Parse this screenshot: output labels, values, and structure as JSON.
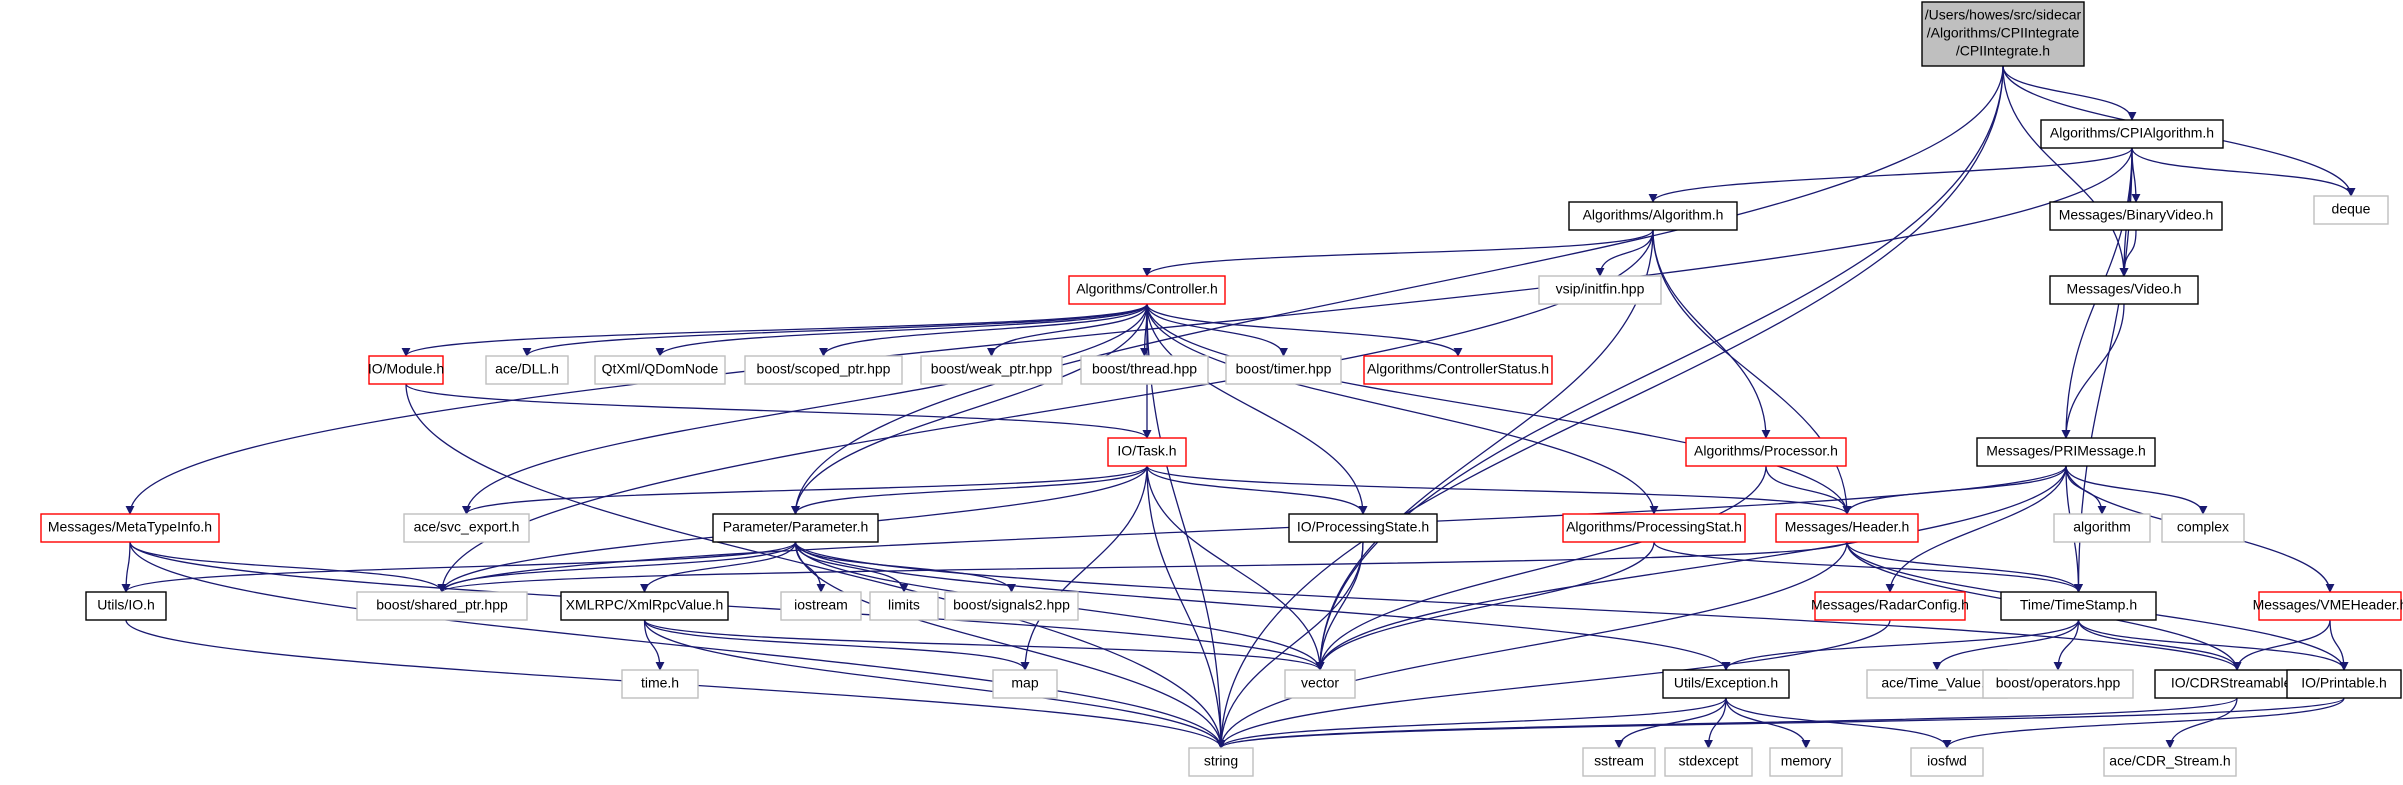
{
  "colors": {
    "edge": "#191970",
    "root_fill": "#bfbfbf",
    "red_border": "#ff0000",
    "ext_border": "#bfbfbf",
    "local_border": "#000000"
  },
  "nodes": [
    {
      "id": "root",
      "kind": "root",
      "lines": [
        "/Users/howes/src/sidecar",
        "/Algorithms/CPIIntegrate",
        "/CPIIntegrate.h"
      ]
    },
    {
      "id": "cpialg",
      "kind": "local",
      "lines": [
        "Algorithms/CPIAlgorithm.h"
      ]
    },
    {
      "id": "deque",
      "kind": "ext",
      "lines": [
        "deque"
      ]
    },
    {
      "id": "alg",
      "kind": "local",
      "lines": [
        "Algorithms/Algorithm.h"
      ]
    },
    {
      "id": "binvid",
      "kind": "local",
      "lines": [
        "Messages/BinaryVideo.h"
      ]
    },
    {
      "id": "video",
      "kind": "local",
      "lines": [
        "Messages/Video.h"
      ]
    },
    {
      "id": "vsip",
      "kind": "ext",
      "lines": [
        "vsip/initfin.hpp"
      ]
    },
    {
      "id": "ctrl",
      "kind": "red",
      "lines": [
        "Algorithms/Controller.h"
      ]
    },
    {
      "id": "iomod",
      "kind": "red",
      "lines": [
        "IO/Module.h"
      ]
    },
    {
      "id": "acedll",
      "kind": "ext",
      "lines": [
        "ace/DLL.h"
      ]
    },
    {
      "id": "qtxml",
      "kind": "ext",
      "lines": [
        "QtXml/QDomNode"
      ]
    },
    {
      "id": "scoped",
      "kind": "ext",
      "lines": [
        "boost/scoped_ptr.hpp"
      ]
    },
    {
      "id": "weak",
      "kind": "ext",
      "lines": [
        "boost/weak_ptr.hpp"
      ]
    },
    {
      "id": "thread",
      "kind": "ext",
      "lines": [
        "boost/thread.hpp"
      ]
    },
    {
      "id": "timer",
      "kind": "ext",
      "lines": [
        "boost/timer.hpp"
      ]
    },
    {
      "id": "ctrlstat",
      "kind": "red",
      "lines": [
        "Algorithms/ControllerStatus.h"
      ]
    },
    {
      "id": "task",
      "kind": "red",
      "lines": [
        "IO/Task.h"
      ]
    },
    {
      "id": "proc",
      "kind": "red",
      "lines": [
        "Algorithms/Processor.h"
      ]
    },
    {
      "id": "prim",
      "kind": "local",
      "lines": [
        "Messages/PRIMessage.h"
      ]
    },
    {
      "id": "meta",
      "kind": "red",
      "lines": [
        "Messages/MetaTypeInfo.h"
      ]
    },
    {
      "id": "svc",
      "kind": "ext",
      "lines": [
        "ace/svc_export.h"
      ]
    },
    {
      "id": "param",
      "kind": "local",
      "lines": [
        "Parameter/Parameter.h"
      ]
    },
    {
      "id": "pstate",
      "kind": "local",
      "lines": [
        "IO/ProcessingState.h"
      ]
    },
    {
      "id": "pstat",
      "kind": "red",
      "lines": [
        "Algorithms/ProcessingStat.h"
      ]
    },
    {
      "id": "header",
      "kind": "red",
      "lines": [
        "Messages/Header.h"
      ]
    },
    {
      "id": "algorithm",
      "kind": "ext",
      "lines": [
        "algorithm"
      ]
    },
    {
      "id": "complex",
      "kind": "ext",
      "lines": [
        "complex"
      ]
    },
    {
      "id": "utilsio",
      "kind": "local",
      "lines": [
        "Utils/IO.h"
      ]
    },
    {
      "id": "shared",
      "kind": "ext",
      "lines": [
        "boost/shared_ptr.hpp"
      ]
    },
    {
      "id": "xmlrpc",
      "kind": "local",
      "lines": [
        "XMLRPC/XmlRpcValue.h"
      ]
    },
    {
      "id": "iostream",
      "kind": "ext",
      "lines": [
        "iostream"
      ]
    },
    {
      "id": "limits",
      "kind": "ext",
      "lines": [
        "limits"
      ]
    },
    {
      "id": "signals2",
      "kind": "ext",
      "lines": [
        "boost/signals2.hpp"
      ]
    },
    {
      "id": "radar",
      "kind": "red",
      "lines": [
        "Messages/RadarConfig.h"
      ]
    },
    {
      "id": "tstamp",
      "kind": "local",
      "lines": [
        "Time/TimeStamp.h"
      ]
    },
    {
      "id": "vme",
      "kind": "red",
      "lines": [
        "Messages/VMEHeader.h"
      ]
    },
    {
      "id": "timeh",
      "kind": "ext",
      "lines": [
        "time.h"
      ]
    },
    {
      "id": "map",
      "kind": "ext",
      "lines": [
        "map"
      ]
    },
    {
      "id": "vector",
      "kind": "ext",
      "lines": [
        "vector"
      ]
    },
    {
      "id": "exc",
      "kind": "local",
      "lines": [
        "Utils/Exception.h"
      ]
    },
    {
      "id": "acetv",
      "kind": "ext",
      "lines": [
        "ace/Time_Value.h"
      ]
    },
    {
      "id": "bops",
      "kind": "ext",
      "lines": [
        "boost/operators.hpp"
      ]
    },
    {
      "id": "cdr",
      "kind": "local",
      "lines": [
        "IO/CDRStreamable.h"
      ]
    },
    {
      "id": "printable",
      "kind": "local",
      "lines": [
        "IO/Printable.h"
      ]
    },
    {
      "id": "string",
      "kind": "ext",
      "lines": [
        "string"
      ]
    },
    {
      "id": "sstream",
      "kind": "ext",
      "lines": [
        "sstream"
      ]
    },
    {
      "id": "stdexcept",
      "kind": "ext",
      "lines": [
        "stdexcept"
      ]
    },
    {
      "id": "memory",
      "kind": "ext",
      "lines": [
        "memory"
      ]
    },
    {
      "id": "iosfwd",
      "kind": "ext",
      "lines": [
        "iosfwd"
      ]
    },
    {
      "id": "acecdr",
      "kind": "ext",
      "lines": [
        "ace/CDR_Stream.h"
      ]
    }
  ],
  "edges": [
    [
      "root",
      "cpialg"
    ],
    [
      "root",
      "deque"
    ],
    [
      "root",
      "video"
    ],
    [
      "root",
      "param"
    ],
    [
      "root",
      "string"
    ],
    [
      "root",
      "vector"
    ],
    [
      "cpialg",
      "alg"
    ],
    [
      "cpialg",
      "binvid"
    ],
    [
      "cpialg",
      "video"
    ],
    [
      "cpialg",
      "deque"
    ],
    [
      "cpialg",
      "prim"
    ],
    [
      "cpialg",
      "meta"
    ],
    [
      "cpialg",
      "tstamp"
    ],
    [
      "alg",
      "ctrl"
    ],
    [
      "alg",
      "vsip"
    ],
    [
      "alg",
      "proc"
    ],
    [
      "alg",
      "header"
    ],
    [
      "alg",
      "vector"
    ],
    [
      "alg",
      "shared"
    ],
    [
      "binvid",
      "video"
    ],
    [
      "video",
      "prim"
    ],
    [
      "ctrl",
      "iomod"
    ],
    [
      "ctrl",
      "acedll"
    ],
    [
      "ctrl",
      "qtxml"
    ],
    [
      "ctrl",
      "scoped"
    ],
    [
      "ctrl",
      "weak"
    ],
    [
      "ctrl",
      "thread"
    ],
    [
      "ctrl",
      "timer"
    ],
    [
      "ctrl",
      "ctrlstat"
    ],
    [
      "ctrl",
      "task"
    ],
    [
      "ctrl",
      "pstate"
    ],
    [
      "ctrl",
      "pstat"
    ],
    [
      "ctrl",
      "header"
    ],
    [
      "ctrl",
      "param"
    ],
    [
      "ctrl",
      "svc"
    ],
    [
      "ctrl",
      "string"
    ],
    [
      "iomod",
      "task"
    ],
    [
      "iomod",
      "string"
    ],
    [
      "task",
      "svc"
    ],
    [
      "task",
      "param"
    ],
    [
      "task",
      "pstate"
    ],
    [
      "task",
      "header"
    ],
    [
      "task",
      "shared"
    ],
    [
      "task",
      "map"
    ],
    [
      "task",
      "vector"
    ],
    [
      "task",
      "string"
    ],
    [
      "proc",
      "header"
    ],
    [
      "proc",
      "vector"
    ],
    [
      "prim",
      "header"
    ],
    [
      "prim",
      "algorithm"
    ],
    [
      "prim",
      "complex"
    ],
    [
      "prim",
      "radar"
    ],
    [
      "prim",
      "tstamp"
    ],
    [
      "prim",
      "vme"
    ],
    [
      "prim",
      "vector"
    ],
    [
      "prim",
      "shared"
    ],
    [
      "meta",
      "utilsio"
    ],
    [
      "meta",
      "shared"
    ],
    [
      "meta",
      "string"
    ],
    [
      "meta",
      "vector"
    ],
    [
      "param",
      "utilsio"
    ],
    [
      "param",
      "shared"
    ],
    [
      "param",
      "xmlrpc"
    ],
    [
      "param",
      "iostream"
    ],
    [
      "param",
      "limits"
    ],
    [
      "param",
      "signals2"
    ],
    [
      "param",
      "vector"
    ],
    [
      "param",
      "string"
    ],
    [
      "param",
      "exc"
    ],
    [
      "param",
      "cdr"
    ],
    [
      "pstate",
      "vector"
    ],
    [
      "pstate",
      "string"
    ],
    [
      "pstat",
      "tstamp"
    ],
    [
      "pstat",
      "vector"
    ],
    [
      "header",
      "shared"
    ],
    [
      "header",
      "tstamp"
    ],
    [
      "header",
      "cdr"
    ],
    [
      "header",
      "printable"
    ],
    [
      "header",
      "string"
    ],
    [
      "utilsio",
      "string"
    ],
    [
      "xmlrpc",
      "timeh"
    ],
    [
      "xmlrpc",
      "map"
    ],
    [
      "xmlrpc",
      "vector"
    ],
    [
      "xmlrpc",
      "string"
    ],
    [
      "radar",
      "string"
    ],
    [
      "tstamp",
      "exc"
    ],
    [
      "tstamp",
      "acetv"
    ],
    [
      "tstamp",
      "bops"
    ],
    [
      "tstamp",
      "cdr"
    ],
    [
      "tstamp",
      "printable"
    ],
    [
      "vme",
      "cdr"
    ],
    [
      "vme",
      "printable"
    ],
    [
      "exc",
      "string"
    ],
    [
      "exc",
      "sstream"
    ],
    [
      "exc",
      "stdexcept"
    ],
    [
      "exc",
      "memory"
    ],
    [
      "exc",
      "iosfwd"
    ],
    [
      "cdr",
      "string"
    ],
    [
      "cdr",
      "acecdr"
    ],
    [
      "printable",
      "string"
    ],
    [
      "printable",
      "iosfwd"
    ]
  ]
}
